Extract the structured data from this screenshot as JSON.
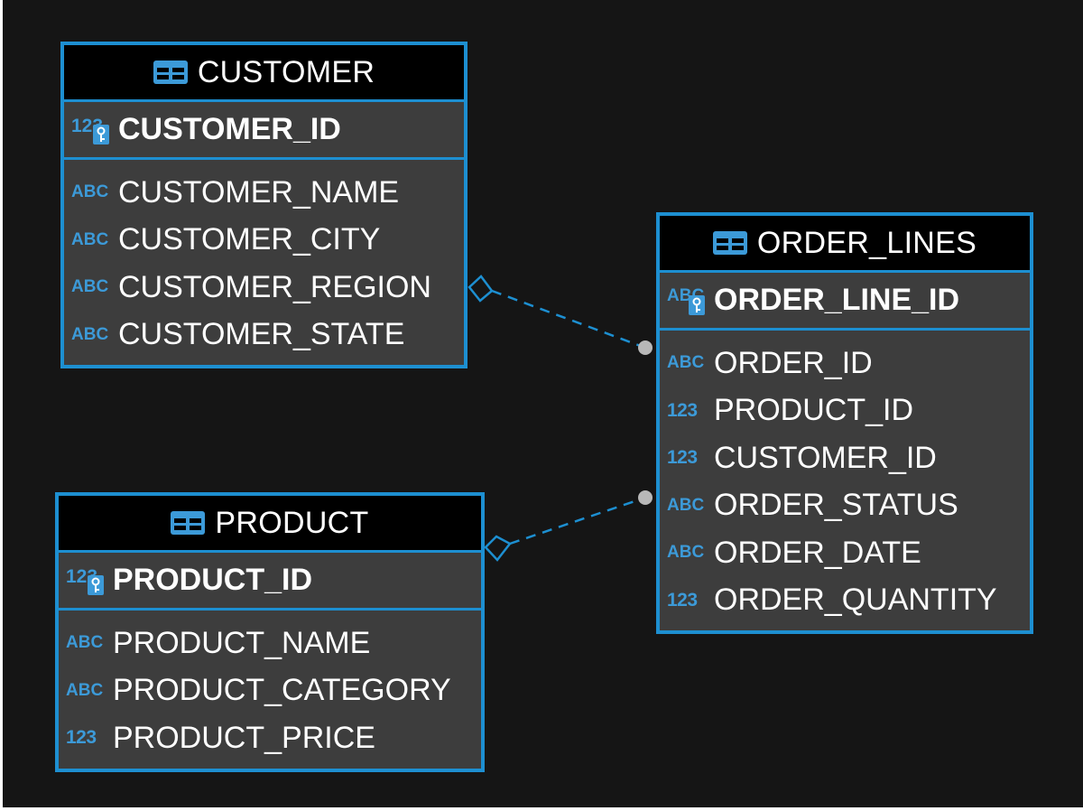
{
  "diagram": {
    "entities": [
      {
        "id": "customer",
        "title": "CUSTOMER",
        "icon": "table-icon",
        "primary_key": {
          "type_icon": "123",
          "name": "CUSTOMER_ID"
        },
        "attributes": [
          {
            "type_icon": "ABC",
            "name": "CUSTOMER_NAME"
          },
          {
            "type_icon": "ABC",
            "name": "CUSTOMER_CITY"
          },
          {
            "type_icon": "ABC",
            "name": "CUSTOMER_REGION"
          },
          {
            "type_icon": "ABC",
            "name": "CUSTOMER_STATE"
          }
        ]
      },
      {
        "id": "order_lines",
        "title": "ORDER_LINES",
        "icon": "table-icon",
        "primary_key": {
          "type_icon": "ABC",
          "name": "ORDER_LINE_ID"
        },
        "attributes": [
          {
            "type_icon": "ABC",
            "name": "ORDER_ID"
          },
          {
            "type_icon": "123",
            "name": "PRODUCT_ID"
          },
          {
            "type_icon": "123",
            "name": "CUSTOMER_ID"
          },
          {
            "type_icon": "ABC",
            "name": "ORDER_STATUS"
          },
          {
            "type_icon": "ABC",
            "name": "ORDER_DATE"
          },
          {
            "type_icon": "123",
            "name": "ORDER_QUANTITY"
          }
        ]
      },
      {
        "id": "product",
        "title": "PRODUCT",
        "icon": "table-icon",
        "primary_key": {
          "type_icon": "123",
          "name": "PRODUCT_ID"
        },
        "attributes": [
          {
            "type_icon": "ABC",
            "name": "PRODUCT_NAME"
          },
          {
            "type_icon": "ABC",
            "name": "PRODUCT_CATEGORY"
          },
          {
            "type_icon": "123",
            "name": "PRODUCT_PRICE"
          }
        ]
      }
    ],
    "relationships": [
      {
        "from": "customer",
        "to": "order_lines",
        "line_style": "dashed",
        "from_marker": "diamond",
        "to_marker": "dot"
      },
      {
        "from": "product",
        "to": "order_lines",
        "line_style": "dashed",
        "from_marker": "diamond",
        "to_marker": "dot"
      }
    ],
    "colors": {
      "canvas": "#151515",
      "entity_border": "#1d8fd1",
      "entity_body": "#3d3d3d",
      "entity_header": "#000000",
      "type_icon": "#3c9ad8",
      "connector": "#1d8fd1",
      "connector_dot": "#b8b8b8",
      "text": "#ffffff"
    }
  }
}
